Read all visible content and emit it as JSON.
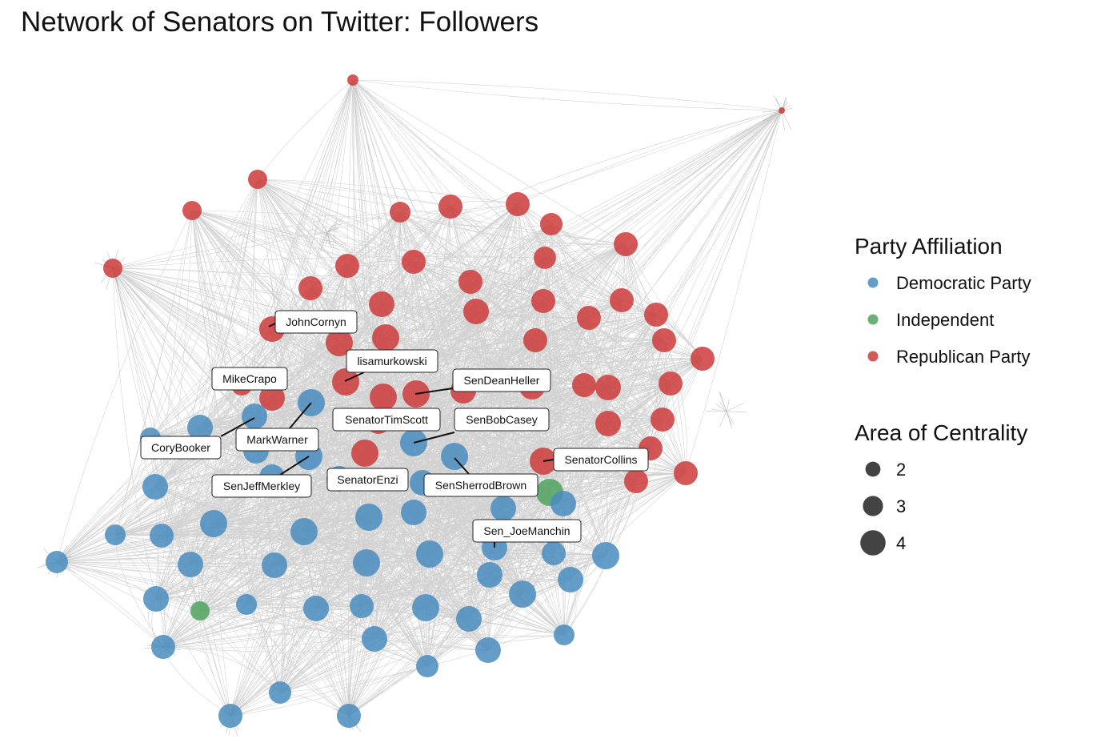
{
  "title": "Network of Senators on Twitter: Followers",
  "colors": {
    "democratic": "#4a8cc0",
    "independent": "#4fa35e",
    "republican": "#cd3b3b",
    "edge": "#9a9a9a",
    "size_key": "#222222"
  },
  "legend": {
    "party_title": "Party Affiliation",
    "party_items": [
      {
        "label": "Democratic Party",
        "color": "#4a8cc0"
      },
      {
        "label": "Independent",
        "color": "#4fa35e"
      },
      {
        "label": "Republican Party",
        "color": "#cd3b3b"
      }
    ],
    "size_title": "Area of Centrality",
    "size_items": [
      {
        "label": "2",
        "value": 2
      },
      {
        "label": "3",
        "value": 3
      },
      {
        "label": "4",
        "value": 4
      }
    ]
  },
  "labels": [
    {
      "text": "JohnCornyn"
    },
    {
      "text": "lisamurkowski"
    },
    {
      "text": "MikeCrapo"
    },
    {
      "text": "SenDeanHeller"
    },
    {
      "text": "SenatorTimScott"
    },
    {
      "text": "SenBobCasey"
    },
    {
      "text": "CoryBooker"
    },
    {
      "text": "MarkWarner"
    },
    {
      "text": "SenatorCollins"
    },
    {
      "text": "SenJeffMerkley"
    },
    {
      "text": "SenatorEnzi"
    },
    {
      "text": "SenSherrodBrown"
    },
    {
      "text": "Sen_JoeManchin"
    }
  ]
}
